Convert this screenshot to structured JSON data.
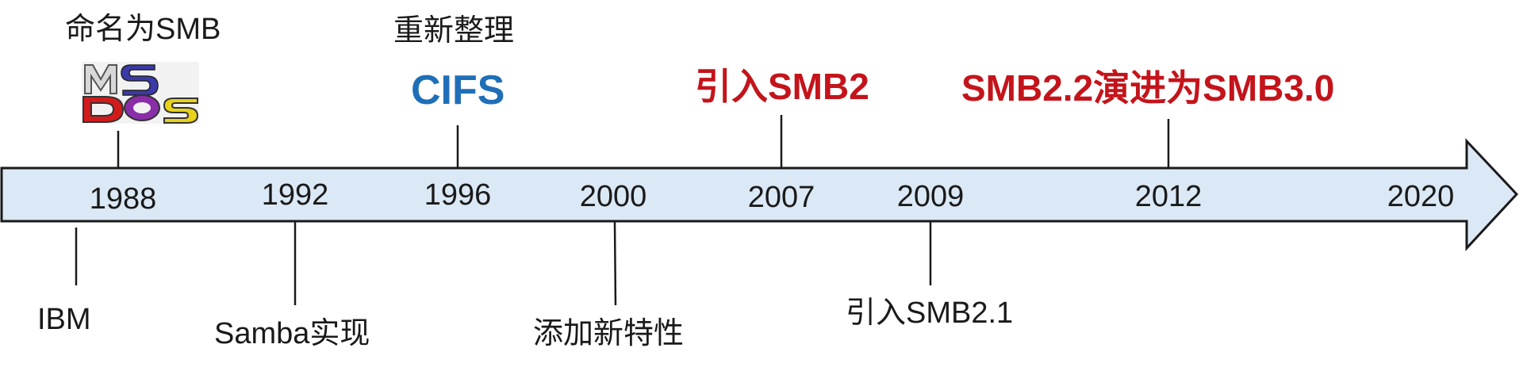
{
  "timeline": {
    "fill_color": "#dbe8f5",
    "stroke_color": "#1a1a1a",
    "years": [
      "1988",
      "1992",
      "1996",
      "2000",
      "2007",
      "2009",
      "2012",
      "2020"
    ]
  },
  "events_above": {
    "e1988": "命名为SMB",
    "e1996": "重新整理",
    "cifs": "CIFS",
    "e2007": "引入SMB2",
    "e2012": "SMB2.2演进为SMB3.0"
  },
  "events_below": {
    "ibm": "IBM",
    "samba": "Samba实现",
    "e2000": "添加新特性",
    "e2009": "引入SMB2.1"
  },
  "logo": {
    "text": "MSDOS",
    "icon": "ms-dos-logo-icon"
  },
  "colors": {
    "highlight_red": "#c4141b",
    "highlight_blue": "#1f6fb8"
  }
}
